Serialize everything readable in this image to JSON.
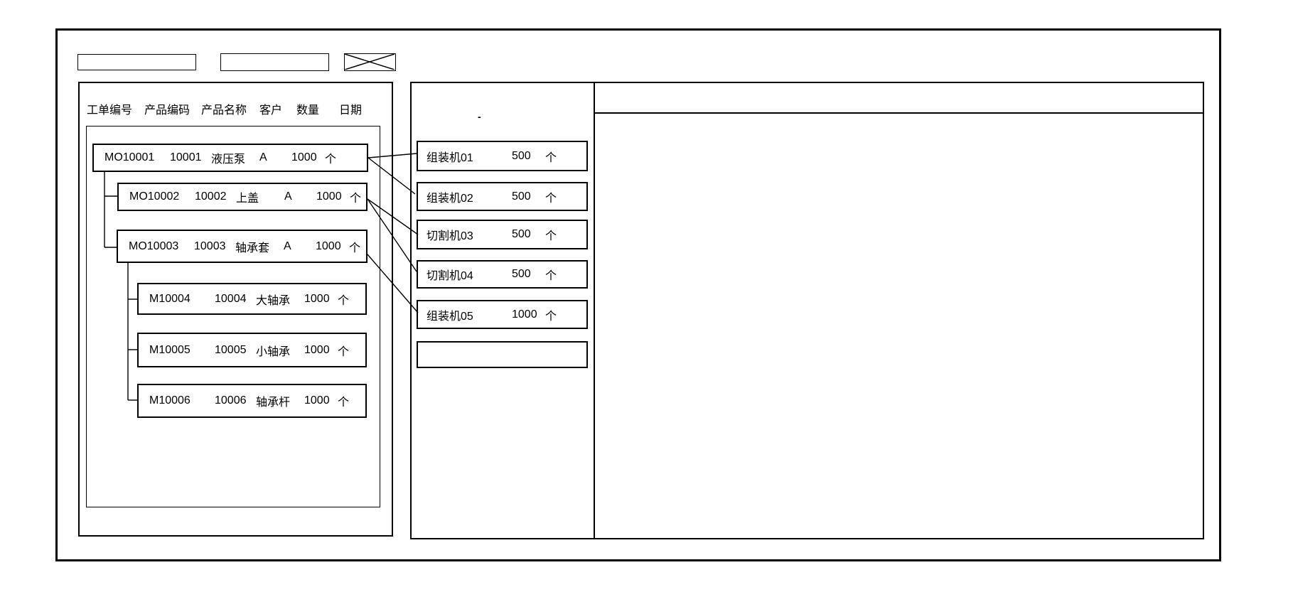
{
  "window": {
    "toolbar": {
      "input1_value": "",
      "input2_value": "",
      "close_icon": "box-with-x"
    }
  },
  "left_panel": {
    "columns": [
      "工单编号",
      "产品编码",
      "产品名称",
      "客户",
      "数量",
      "日期"
    ],
    "orders": [
      {
        "order_no": "MO10001",
        "product_code": "10001",
        "product_name": "液压泵",
        "customer": "A",
        "qty": "1000",
        "unit": "个",
        "level": 0
      },
      {
        "order_no": "MO10002",
        "product_code": "10002",
        "product_name": "上盖",
        "customer": "A",
        "qty": "1000",
        "unit": "个",
        "level": 1
      },
      {
        "order_no": "MO10003",
        "product_code": "10003",
        "product_name": "轴承套",
        "customer": "A",
        "qty": "1000",
        "unit": "个",
        "level": 1
      },
      {
        "order_no": "M10004",
        "product_code": "10004",
        "product_name": "大轴承",
        "customer": "",
        "qty": "1000",
        "unit": "个",
        "level": 2
      },
      {
        "order_no": "M10005",
        "product_code": "10005",
        "product_name": "小轴承",
        "customer": "",
        "qty": "1000",
        "unit": "个",
        "level": 2
      },
      {
        "order_no": "M10006",
        "product_code": "10006",
        "product_name": "轴承杆",
        "customer": "",
        "qty": "1000",
        "unit": "个",
        "level": 2
      }
    ]
  },
  "machine_panel": {
    "title_mark": "-",
    "machines": [
      {
        "name": "组装机01",
        "qty": "500",
        "unit": "个"
      },
      {
        "name": "组装机02",
        "qty": "500",
        "unit": "个"
      },
      {
        "name": "切割机03",
        "qty": "500",
        "unit": "个"
      },
      {
        "name": "切割机04",
        "qty": "500",
        "unit": "个"
      },
      {
        "name": "组装机05",
        "qty": "1000",
        "unit": "个"
      },
      {
        "name": "",
        "qty": "",
        "unit": ""
      }
    ],
    "links": [
      {
        "from": "MO10001",
        "to": "组装机01"
      },
      {
        "from": "MO10001",
        "to": "组装机02"
      },
      {
        "from": "MO10002",
        "to": "切割机03"
      },
      {
        "from": "MO10002",
        "to": "切割机04"
      },
      {
        "from": "MO10003",
        "to": "组装机05"
      }
    ]
  },
  "detail_panel": {
    "content": ""
  },
  "colors": {
    "line": "#000000",
    "background": "#ffffff"
  }
}
